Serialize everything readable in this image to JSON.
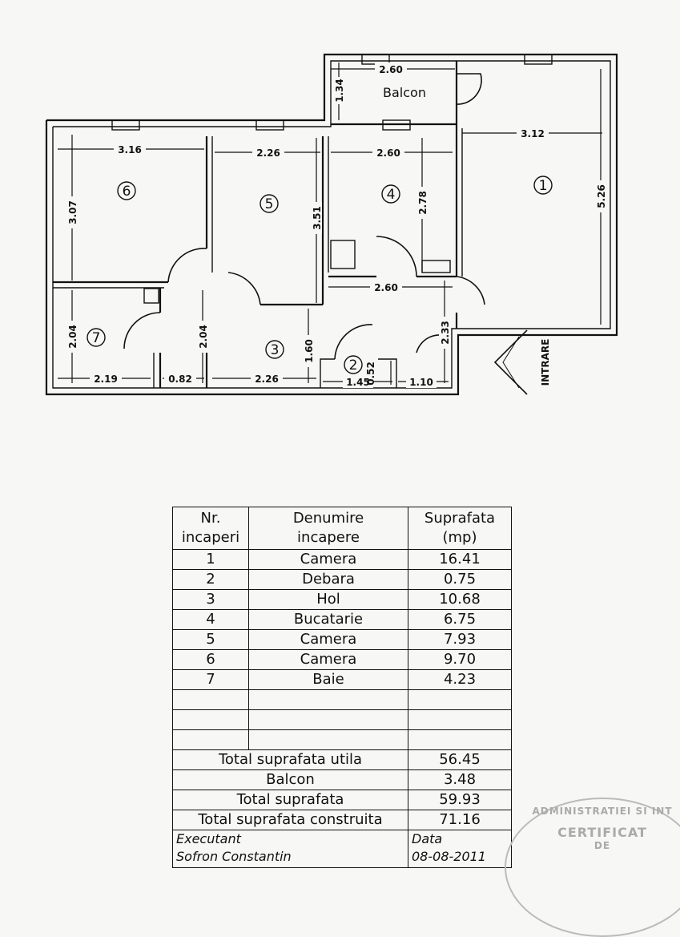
{
  "plan": {
    "balcony_label": "Balcon",
    "entrance_label": "INTRARE",
    "room_numbers": [
      "1",
      "2",
      "3",
      "4",
      "5",
      "6",
      "7"
    ],
    "dimensions": {
      "balcony_width": "2.60",
      "balcony_depth": "1.34",
      "room1_width": "3.12",
      "room1_length": "5.26",
      "room6_width": "3.16",
      "room6_length": "3.07",
      "room5_width": "2.26",
      "room5_length": "3.51",
      "room4_width": "2.60",
      "room4_length": "2.78",
      "hall_upper_width": "2.60",
      "hall_right_depth": "2.33",
      "room7_height": "2.04",
      "room7_width": "2.19",
      "hall_width_small": "0.82",
      "hall_left_depth": "2.04",
      "hall_width": "2.26",
      "hall_depth": "1.60",
      "storage_width": "1.45",
      "storage_depth": "0.52",
      "hall_entry_width": "1.10"
    }
  },
  "table": {
    "headers": [
      "Nr.\nincaperi",
      "Denumire\nincapere",
      "Suprafata\n(mp)"
    ],
    "rows": [
      [
        "1",
        "Camera",
        "16.41"
      ],
      [
        "2",
        "Debara",
        "0.75"
      ],
      [
        "3",
        "Hol",
        "10.68"
      ],
      [
        "4",
        "Bucatarie",
        "6.75"
      ],
      [
        "5",
        "Camera",
        "7.93"
      ],
      [
        "6",
        "Camera",
        "9.70"
      ],
      [
        "7",
        "Baie",
        "4.23"
      ]
    ],
    "totals": [
      [
        "Total  suprafata  utila",
        "56.45"
      ],
      [
        "Balcon",
        "3.48"
      ],
      [
        "Total  suprafata",
        "59.93"
      ],
      [
        "Total  suprafata  construita",
        "71.16"
      ]
    ],
    "footer": {
      "executant_label": "Executant",
      "executant_name": "Sofron Constantin",
      "date_label": "Data",
      "date_value": "08-08-2011"
    }
  },
  "stamp": {
    "line1": "ADMINISTRATIEI SI INT",
    "line2": "CERTIFICAT",
    "line3": "DE"
  }
}
